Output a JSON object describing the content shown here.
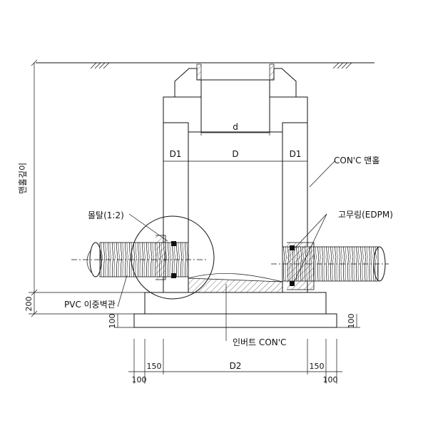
{
  "labels": {
    "manhole_depth": "맨홀깊이",
    "mortar": "몰탈(1:2)",
    "rubber_ring": "고무링(EDPM)",
    "concrete_manhole": "CON'C 맨홀",
    "pvc_pipe": "PVC 이중벽관",
    "invert": "인버트 CON'C"
  },
  "dimensions": {
    "d": "d",
    "D": "D",
    "D1_left": "D1",
    "D1_right": "D1",
    "D2": "D2",
    "v200": "200",
    "v100_left": "100",
    "v100_right": "100",
    "h150_left": "150",
    "h150_right": "150",
    "h100_left": "100",
    "h100_right": "100"
  }
}
